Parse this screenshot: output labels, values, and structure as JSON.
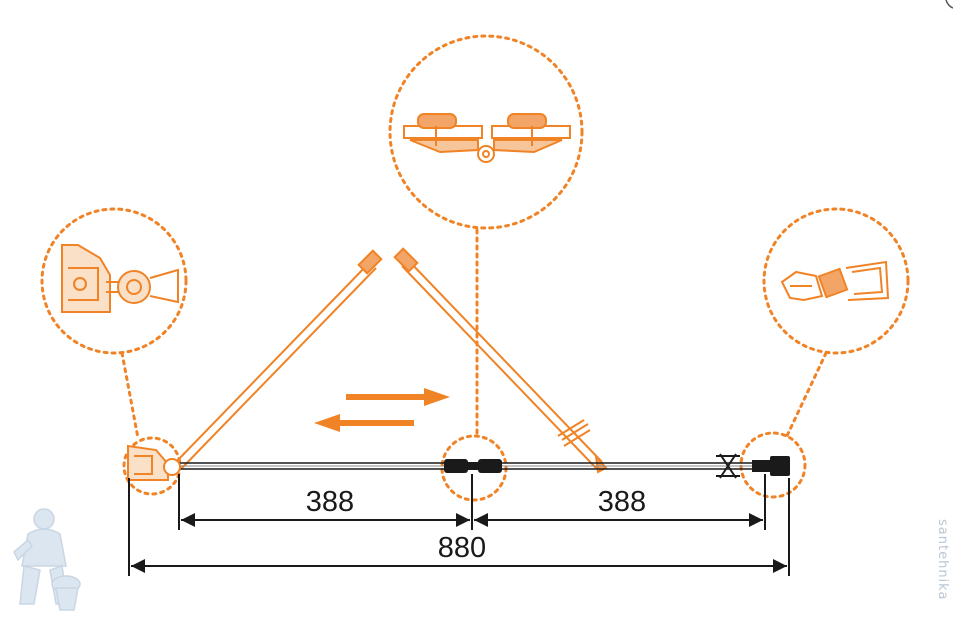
{
  "dimensions": {
    "left_segment": "388",
    "right_segment": "388",
    "total_width": "880"
  },
  "watermark": {
    "side_text": "santehnika"
  },
  "colors": {
    "accent": "#f08326",
    "line": "#1a1a1a",
    "panel": "#f08326",
    "watermark": "#c9d6e3"
  },
  "icons": {
    "slide_arrows": "double-arrow-icon",
    "mascot": "plumber-mascot-icon"
  }
}
